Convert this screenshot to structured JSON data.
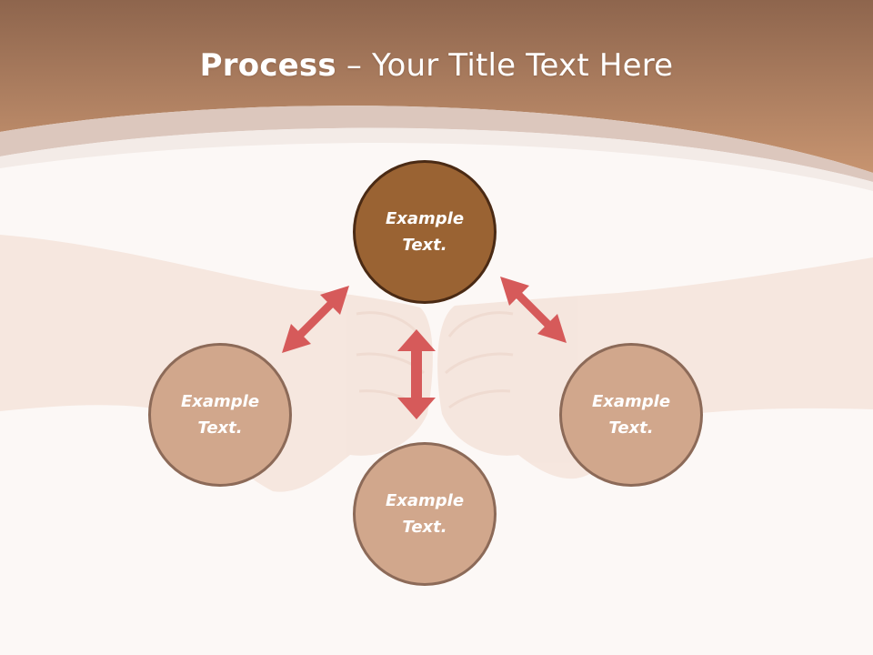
{
  "title": {
    "bold": "Process",
    "dash": " – ",
    "rest": "Your Title Text Here"
  },
  "nodes": {
    "top": {
      "line1": "Example",
      "line2": "Text."
    },
    "left": {
      "line1": "Example",
      "line2": "Text."
    },
    "right": {
      "line1": "Example",
      "line2": "Text."
    },
    "bottom": {
      "line1": "Example",
      "line2": "Text."
    }
  },
  "colors": {
    "header_brown": "#b98662",
    "main_circle": "#9a6333",
    "main_circle_border": "#4a2a14",
    "sub_circle": "#d1a78c",
    "sub_circle_border": "#8c6a58",
    "arrow": "#d65a5a",
    "background": "#fcf8f6"
  }
}
